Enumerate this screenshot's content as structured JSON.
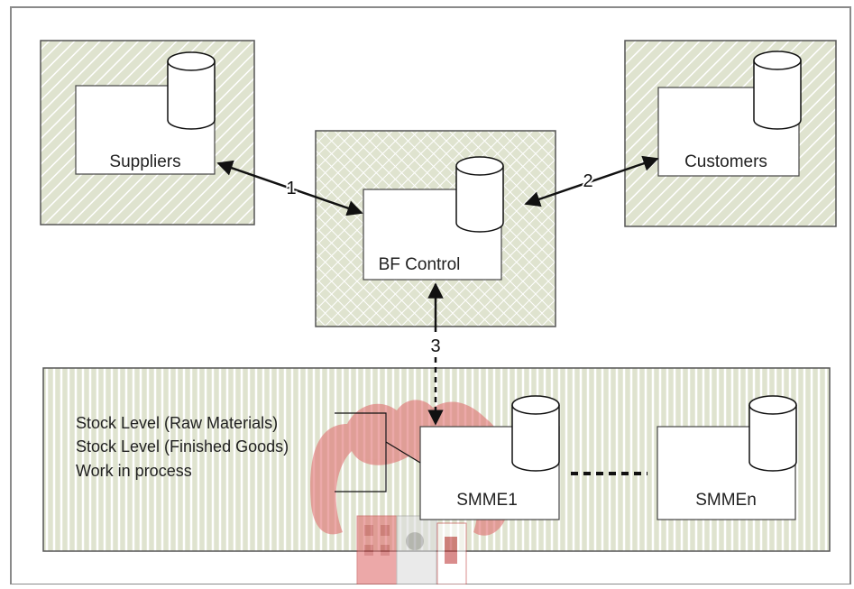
{
  "nodes": {
    "suppliers": "Suppliers",
    "customers": "Customers",
    "bf_control": "BF Control",
    "smme1": "SMME1",
    "smmen": "SMMEn"
  },
  "links": {
    "link1": "1",
    "link2": "2",
    "link3": "3"
  },
  "stock_list": [
    "Stock Level (Raw Materials)",
    "Stock Level (Finished Goods)",
    "Work in process"
  ],
  "colors": {
    "zone_fill": "#dfe3cf",
    "hatch_line": "#ffffff",
    "border": "#555555",
    "arrow": "#111111",
    "watermark": "#e07070"
  },
  "watermark": {
    "type": "university-crest",
    "opacity": 0.6
  }
}
